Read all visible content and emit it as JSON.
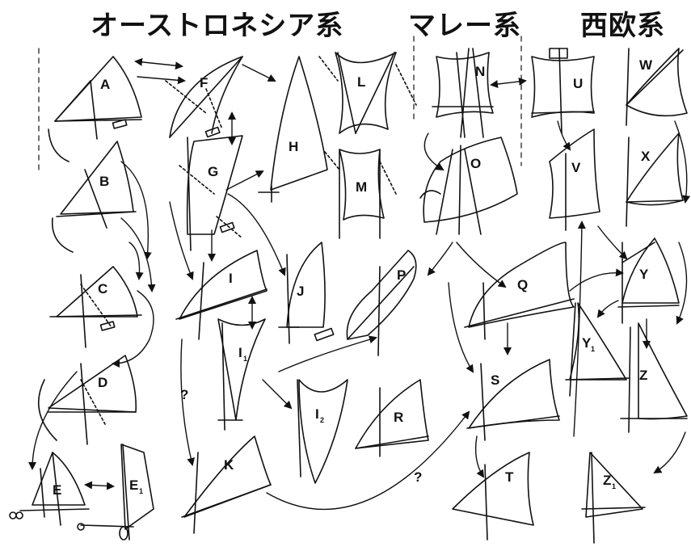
{
  "headers": {
    "austronesian": "オーストロネシア系",
    "malay": "マレー系",
    "western": "西欧系"
  },
  "labels": {
    "A": "A",
    "B": "B",
    "C": "C",
    "D": "D",
    "E": "E",
    "E1": "E",
    "E1_sub": "1",
    "F": "F",
    "G": "G",
    "H": "H",
    "I": "I",
    "I1": "I",
    "I1_sub": "1",
    "I2": "I",
    "I2_sub": "2",
    "J": "J",
    "K": "K",
    "L": "L",
    "M": "M",
    "N": "N",
    "O": "O",
    "P": "P",
    "Q": "Q",
    "R": "R",
    "S": "S",
    "T": "T",
    "U": "U",
    "V": "V",
    "W": "W",
    "X": "X",
    "Y": "Y",
    "Y1": "Y",
    "Y1_sub": "1",
    "Z": "Z",
    "Z1": "Z",
    "Z1_sub": "1"
  },
  "question_marks": [
    "?",
    "?"
  ]
}
